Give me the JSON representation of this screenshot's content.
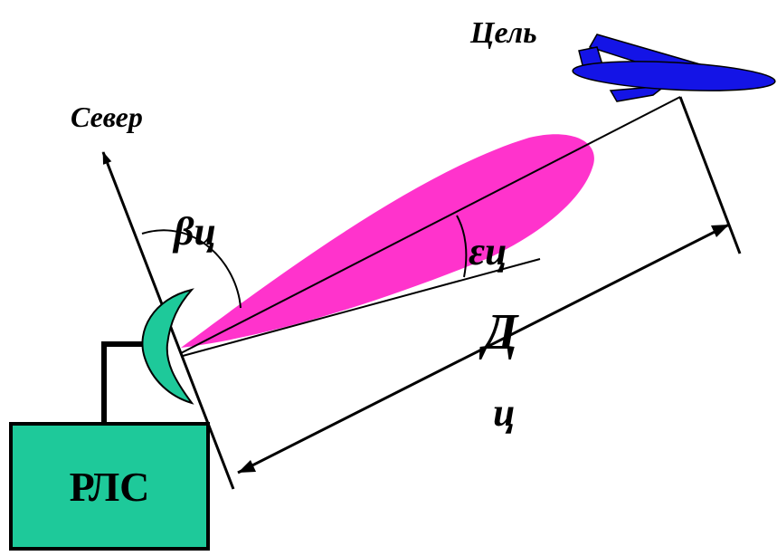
{
  "labels": {
    "target": "Цель",
    "north": "Север",
    "azimuth": "βц",
    "elevation": "εц",
    "range_letter": "Д",
    "range_subscript": "ц",
    "radar": "РЛС"
  },
  "colors": {
    "beam": "#ff33cc",
    "antenna": "#1ec99a",
    "radar_box": "#1ec99a",
    "aircraft": "#1414e6",
    "lines": "#000000"
  },
  "icons": [
    "antenna-dish-icon",
    "aircraft-icon"
  ]
}
